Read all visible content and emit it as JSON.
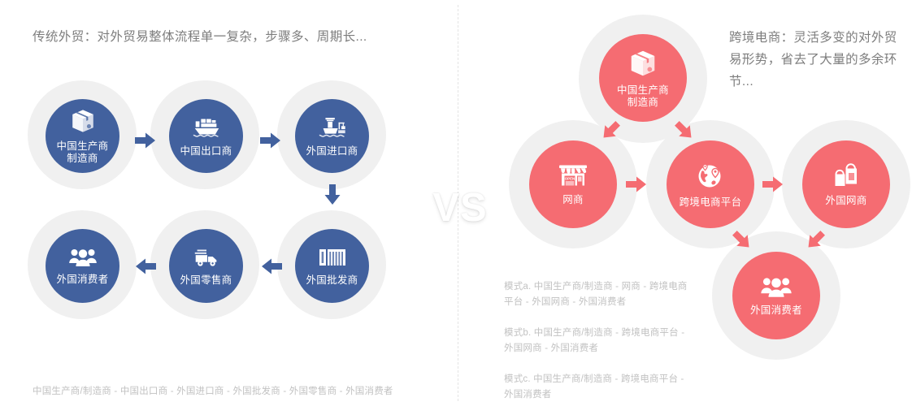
{
  "headings": {
    "left": "传统外贸：对外贸易整体流程单一复杂，步骤多、周期长...",
    "right": "跨境电商：灵活多变的对外贸易形势，省去了大量的多余环节..."
  },
  "vs_label": "VS",
  "colors": {
    "traditional_blue": "#42619e",
    "crossborder_coral": "#f56c72",
    "halo_grey": "#f0f0f0",
    "text_grey": "#7d7d7d",
    "caption_grey": "#c2c2c2",
    "background": "#ffffff"
  },
  "traditional": {
    "nodes": [
      {
        "id": "cn-producer",
        "label": "中国生产商\n制造商",
        "icon": "box-icon"
      },
      {
        "id": "cn-exporter",
        "label": "中国出口商",
        "icon": "cargo-ship-icon"
      },
      {
        "id": "fo-importer",
        "label": "外国进口商",
        "icon": "port-crane-ship-icon"
      },
      {
        "id": "fo-wholesale",
        "label": "外国批发商",
        "icon": "warehouse-icon"
      },
      {
        "id": "fo-retailer",
        "label": "外国零售商",
        "icon": "delivery-truck-icon"
      },
      {
        "id": "fo-consumer",
        "label": "外国消费者",
        "icon": "people-group-icon"
      }
    ],
    "arrows": [
      {
        "id": "a1",
        "direction": "right",
        "from": "cn-producer",
        "to": "cn-exporter"
      },
      {
        "id": "a2",
        "direction": "right",
        "from": "cn-exporter",
        "to": "fo-importer"
      },
      {
        "id": "a3",
        "direction": "down",
        "from": "fo-importer",
        "to": "fo-wholesale"
      },
      {
        "id": "a4",
        "direction": "left",
        "from": "fo-wholesale",
        "to": "fo-retailer"
      },
      {
        "id": "a5",
        "direction": "left",
        "from": "fo-retailer",
        "to": "fo-consumer"
      }
    ],
    "caption": "中国生产商/制造商 - 中国出口商 - 外国进口商 - 外国批发商 - 外国零售商 - 外国消费者"
  },
  "crossborder": {
    "nodes": [
      {
        "id": "cb-producer",
        "label": "中国生产商\n制造商",
        "icon": "box-icon"
      },
      {
        "id": "cb-onlineshop",
        "label": "网商",
        "icon": "storefront-open-icon"
      },
      {
        "id": "cb-platform",
        "label": "跨境电商平台",
        "icon": "globe-pin-icon"
      },
      {
        "id": "cb-foreignshop",
        "label": "外国网商",
        "icon": "shopping-bags-icon"
      },
      {
        "id": "cb-consumer",
        "label": "外国消费者",
        "icon": "people-group-icon"
      }
    ],
    "arrows": [
      {
        "id": "b1",
        "direction": "down-left",
        "from": "cb-producer",
        "to": "cb-onlineshop"
      },
      {
        "id": "b2",
        "direction": "down-right",
        "from": "cb-producer",
        "to": "cb-platform"
      },
      {
        "id": "b3",
        "direction": "right",
        "from": "cb-onlineshop",
        "to": "cb-platform"
      },
      {
        "id": "b4",
        "direction": "right",
        "from": "cb-platform",
        "to": "cb-foreignshop"
      },
      {
        "id": "b5",
        "direction": "down-right",
        "from": "cb-platform",
        "to": "cb-consumer"
      },
      {
        "id": "b6",
        "direction": "down-left",
        "from": "cb-foreignshop",
        "to": "cb-consumer"
      }
    ],
    "modes": [
      "模式a. 中国生产商/制造商 - 网商 - 跨境电商平台 - 外国网商 - 外国消费者",
      "模式b. 中国生产商/制造商 - 跨境电商平台 - 外国网商 - 外国消费者",
      "模式c. 中国生产商/制造商 - 跨境电商平台 - 外国消费者"
    ]
  }
}
